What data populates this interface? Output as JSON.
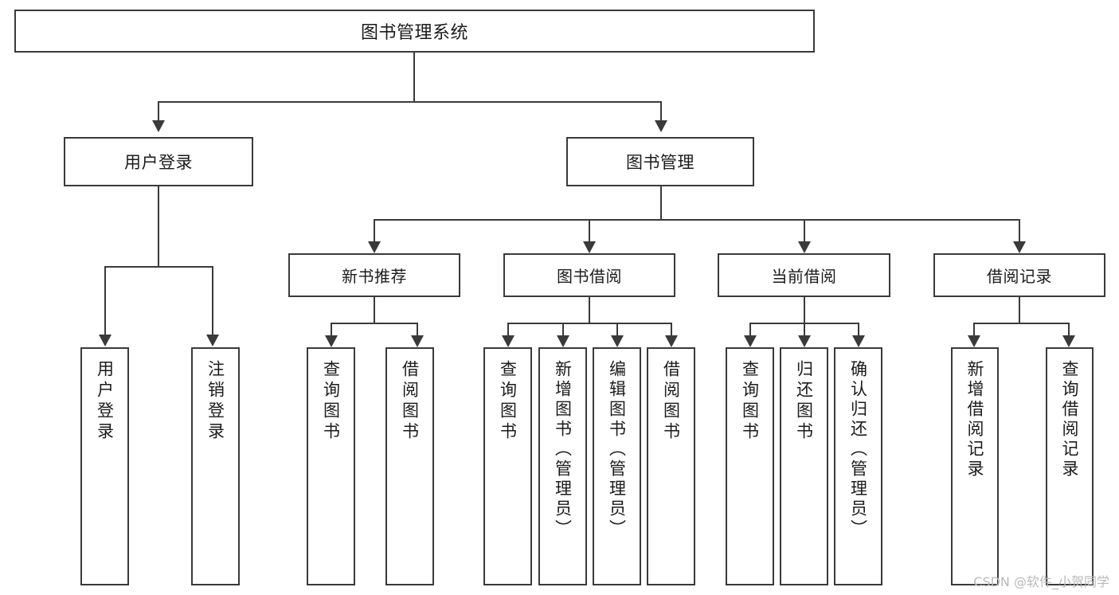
{
  "diagram": {
    "type": "tree",
    "title": "图书管理系统",
    "orientation": "top-down",
    "colors": {
      "box_border": "#3a3a3a",
      "box_fill": "#ffffff",
      "connector": "#3a3a3a",
      "text": "#1b1b1b",
      "watermark": "#b9b9b9",
      "background": "#ffffff"
    },
    "root": {
      "label": "图书管理系统"
    },
    "level1": [
      {
        "label": "用户登录"
      },
      {
        "label": "图书管理"
      }
    ],
    "level2": [
      {
        "label": "新书推荐"
      },
      {
        "label": "图书借阅"
      },
      {
        "label": "当前借阅"
      },
      {
        "label": "借阅记录"
      }
    ],
    "leaves": {
      "user_login": [
        {
          "label": "用户登录"
        },
        {
          "label": "注销登录"
        }
      ],
      "new_book_recommend": [
        {
          "label": "查询图书"
        },
        {
          "label": "借阅图书"
        }
      ],
      "book_borrow": [
        {
          "label": "查询图书"
        },
        {
          "label": "新增图书（管理员）"
        },
        {
          "label": "编辑图书（管理员）"
        },
        {
          "label": "借阅图书"
        }
      ],
      "current_borrow": [
        {
          "label": "查询图书"
        },
        {
          "label": "归还图书"
        },
        {
          "label": "确认归还（管理员）"
        }
      ],
      "borrow_record": [
        {
          "label": "新增借阅记录"
        },
        {
          "label": "查询借阅记录"
        }
      ]
    }
  },
  "watermark": {
    "text": "CSDN @软件_小贺同学"
  }
}
